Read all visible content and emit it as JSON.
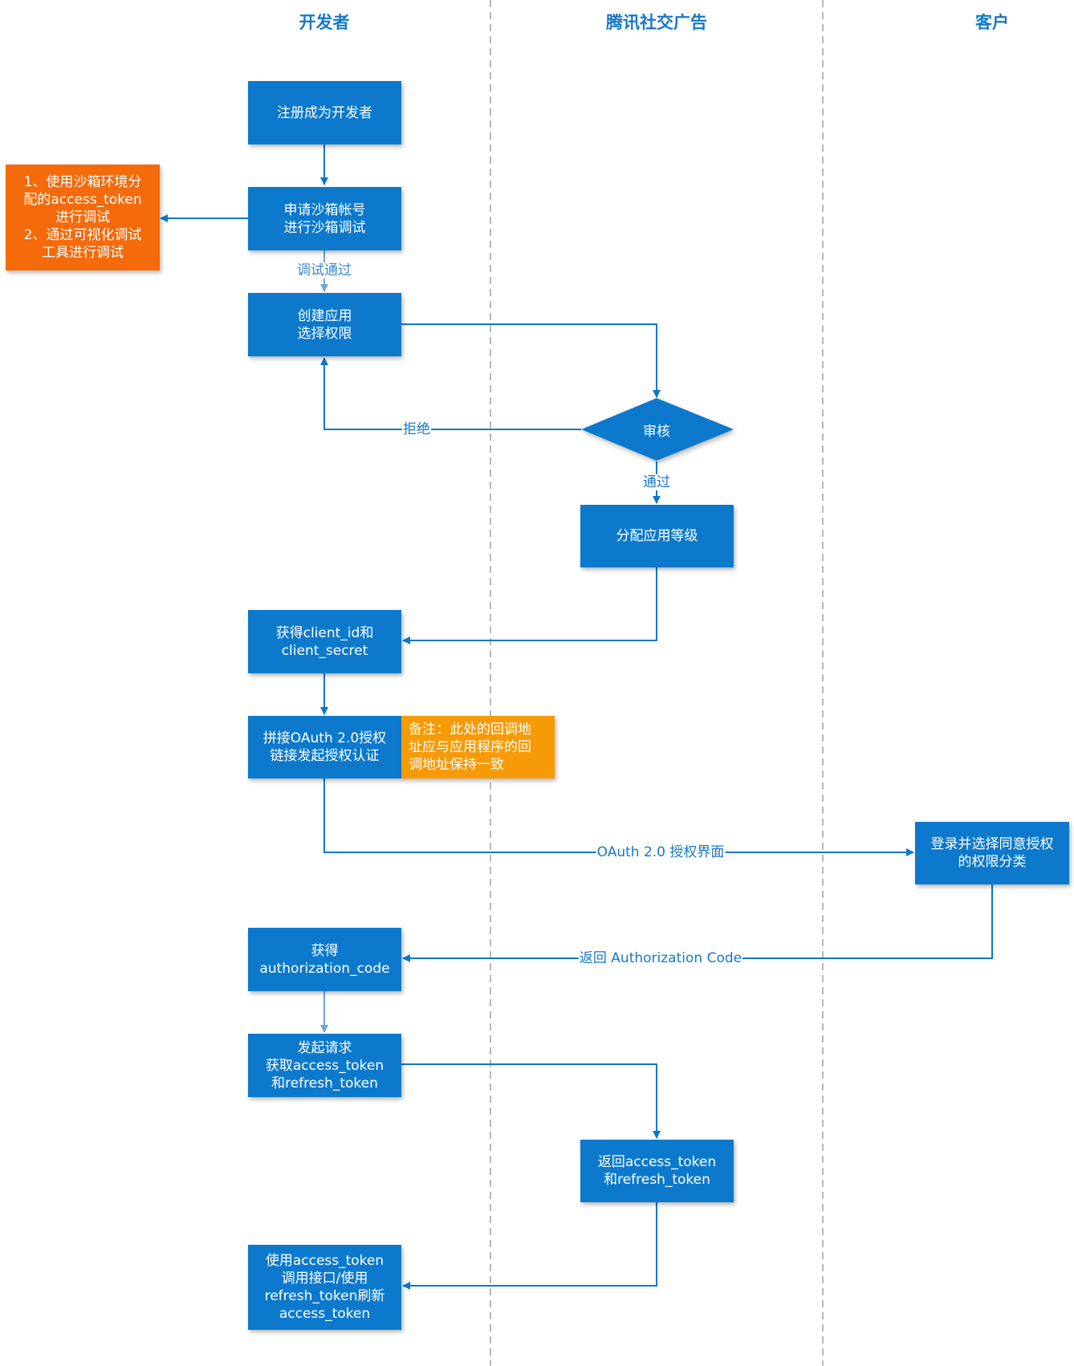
{
  "lanes": {
    "developer": "开发者",
    "tencent": "腾讯社交广告",
    "customer": "客户"
  },
  "nodes": {
    "register": "注册成为开发者",
    "sandbox": "申请沙箱帐号\n进行沙箱调试",
    "sandbox_note": "1、使用沙箱环境分\n配的access_token\n进行调试\n2、通过可视化调试\n工具进行调试",
    "create_app": "创建应用\n选择权限",
    "review": "审核",
    "assign_level": "分配应用等级",
    "get_client": "获得client_id和\nclient_secret",
    "oauth_link": "拼接OAuth 2.0授权\n链接发起授权认证",
    "callback_note": "备注：此处的回调地\n址应与应用程序的回\n调地址保持一致",
    "customer_login": "登录并选择同意授权\n的权限分类",
    "get_code": "获得\nauthorization_code",
    "request_token": "发起请求\n获取access_token\n和refresh_token",
    "return_token": "返回access_token\n和refresh_token",
    "use_token": "使用access_token\n调用接口/使用\nrefresh_token刷新\naccess_token"
  },
  "edges": {
    "debug_pass": "调试通过",
    "reject": "拒绝",
    "pass": "通过",
    "oauth_page": "OAuth 2.0 授权界面",
    "return_code": "返回 Authorization Code"
  },
  "colors": {
    "primary": "#0d79cc",
    "line": "#0b78c9",
    "note_red": "#f56a0a",
    "note_amber": "#f79a07",
    "lane_divider": "#b8b8b8"
  }
}
